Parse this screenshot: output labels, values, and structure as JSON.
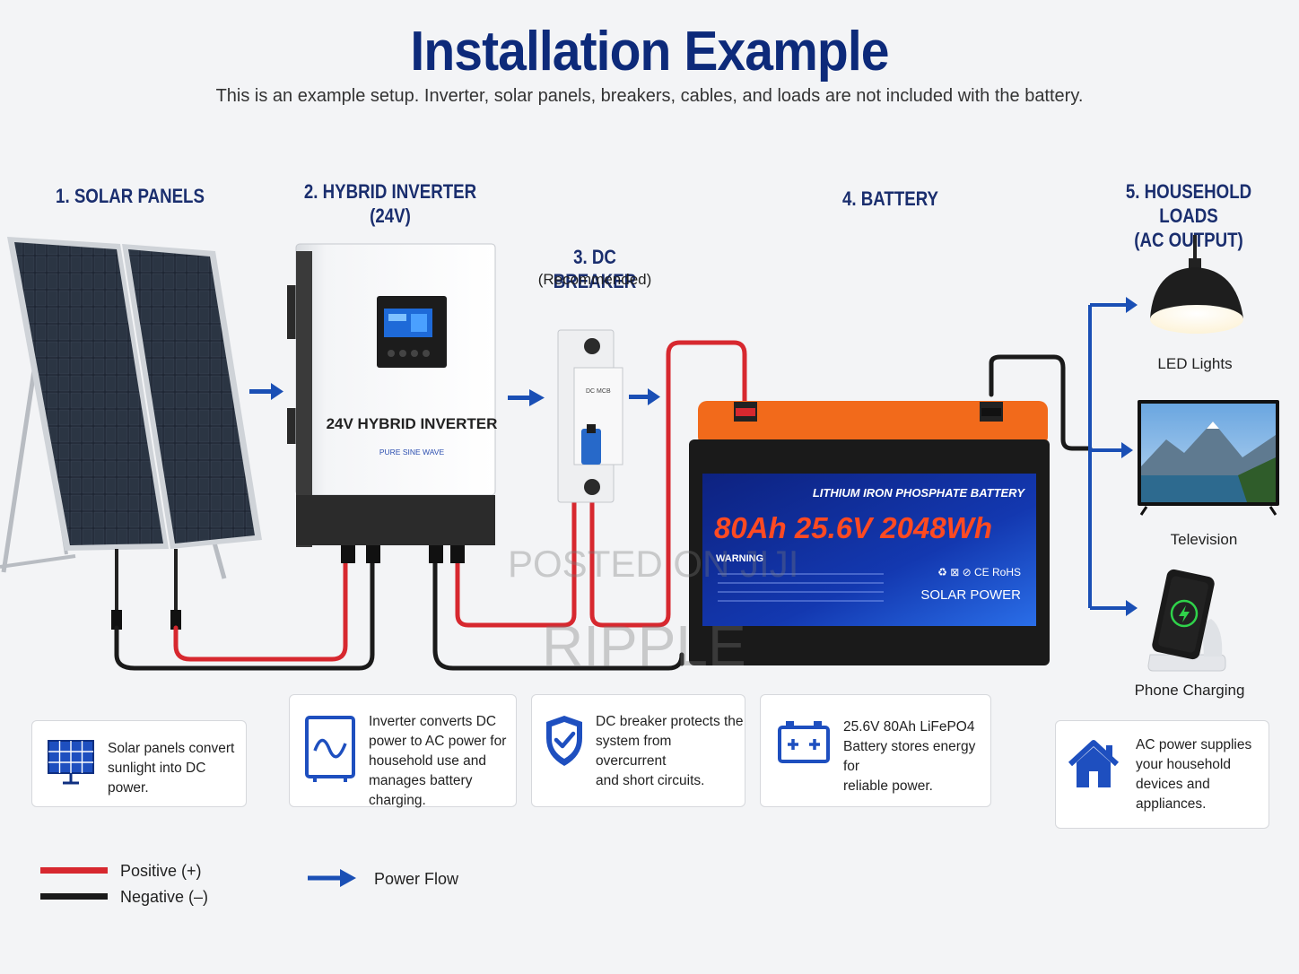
{
  "header": {
    "title": "Installation Example",
    "subtitle": "This is an example setup. Inverter, solar panels, breakers, cables, and loads are not included with the battery."
  },
  "stages": {
    "solar": "1. SOLAR PANELS",
    "inverter_line1": "2. HYBRID INVERTER",
    "inverter_line2": "(24V)",
    "breaker": "3. DC BREAKER",
    "breaker_note": "(Recommended)",
    "battery": "4. BATTERY",
    "loads_line1": "5. HOUSEHOLD LOADS",
    "loads_line2": "(AC OUTPUT)"
  },
  "devices": {
    "inverter_label": "24V HYBRID INVERTER",
    "inverter_sub": "PURE SINE WAVE",
    "breaker_text1": "DC MCB",
    "battery_type": "LITHIUM IRON PHOSPHATE BATTERY",
    "battery_rating": "80Ah 25.6V 2048Wh",
    "battery_warning": "WARNING",
    "battery_brand": "SOLAR POWER",
    "battery_cert": "♻ ⊠ ⊘ CE RoHS"
  },
  "loads": {
    "led": "LED Lights",
    "tv": "Television",
    "phone": "Phone Charging"
  },
  "cards": {
    "solar": [
      "Solar panels convert",
      "sunlight into DC power."
    ],
    "inverter": [
      "Inverter converts DC",
      "power to AC power for",
      "household use and",
      "manages battery charging."
    ],
    "breaker": [
      "DC breaker protects the",
      "system from overcurrent",
      "and short circuits."
    ],
    "battery": [
      "25.6V 80Ah LiFePO4",
      "Battery stores energy for",
      "reliable power."
    ],
    "loads": [
      "AC power supplies",
      "your household",
      "devices and",
      "appliances."
    ]
  },
  "legend": {
    "positive": "Positive (+)",
    "negative": "Negative (–)",
    "flow": "Power Flow"
  },
  "watermark": {
    "line1": "POSTED ON JIJI",
    "line2": "RIPPLE"
  },
  "colors": {
    "title": "#0d2a7a",
    "positive": "#d7282f",
    "negative": "#1a1a1a",
    "flow": "#1a4fb5",
    "battery_top": "#f26a1b",
    "battery_label": "#0f2a8a"
  }
}
